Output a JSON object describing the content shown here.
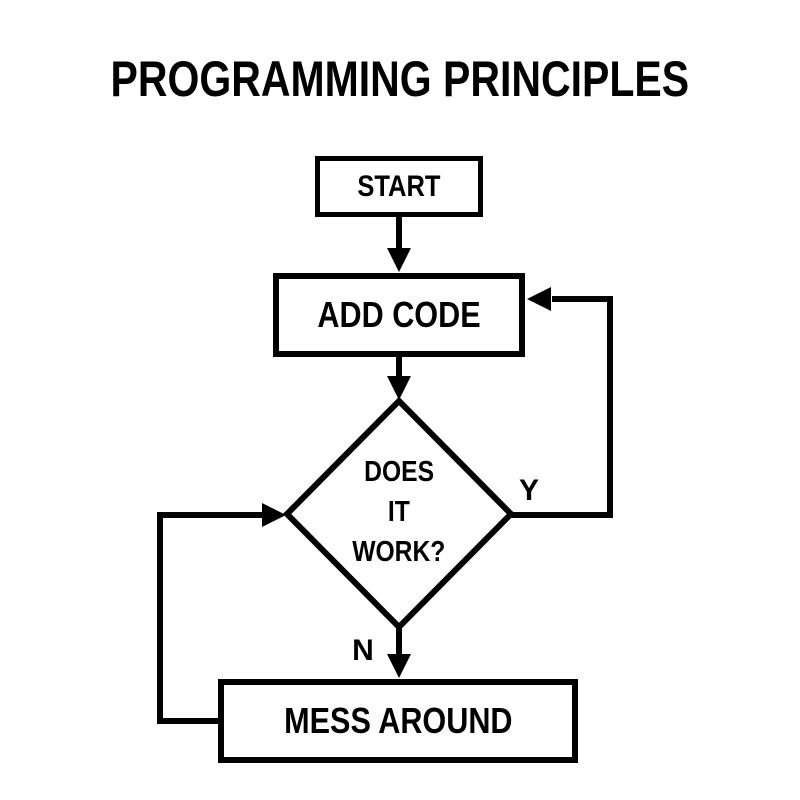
{
  "title": "PROGRAMMING PRINCIPLES",
  "colors": {
    "ink": "#000000",
    "background": "#ffffff"
  },
  "flowchart": {
    "nodes": [
      {
        "id": "start",
        "type": "process",
        "label": "START"
      },
      {
        "id": "add-code",
        "type": "process",
        "label": "ADD CODE"
      },
      {
        "id": "does-it-work",
        "type": "decision",
        "label": "DOES IT WORK?",
        "lines": [
          "DOES",
          "IT",
          "WORK?"
        ]
      },
      {
        "id": "mess-around",
        "type": "process",
        "label": "MESS AROUND"
      }
    ],
    "edges": [
      {
        "from": "start",
        "to": "add-code",
        "label": ""
      },
      {
        "from": "add-code",
        "to": "does-it-work",
        "label": ""
      },
      {
        "from": "does-it-work",
        "to": "add-code",
        "label": "Y"
      },
      {
        "from": "does-it-work",
        "to": "mess-around",
        "label": "N"
      },
      {
        "from": "mess-around",
        "to": "does-it-work",
        "label": ""
      }
    ],
    "branch_labels": {
      "yes": "Y",
      "no": "N"
    }
  }
}
